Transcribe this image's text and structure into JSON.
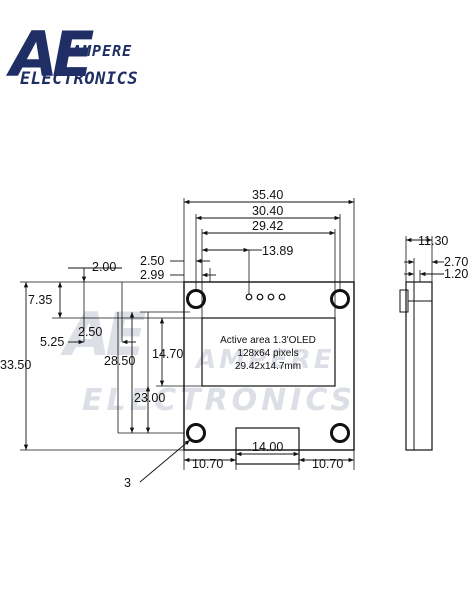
{
  "brand": {
    "letters": "AE",
    "line1": "AMPERE",
    "line2": "ELECTRONICS"
  },
  "active_area": {
    "line1": "Active area 1.3'OLED",
    "line2": "128x64 pixels",
    "line3": "29.42x14.7mm"
  },
  "dimensions": {
    "d_35_40": "35.40",
    "d_30_40": "30.40",
    "d_29_42": "29.42",
    "d_13_89": "13.89",
    "d_2_50_top": "2.50",
    "d_2_99": "2.99",
    "d_2_00": "2.00",
    "d_7_35": "7.35",
    "d_5_25": "5.25",
    "d_2_50_left": "2.50",
    "d_33_50": "33.50",
    "d_28_50": "28.50",
    "d_14_70": "14.70",
    "d_23_00": "23.00",
    "d_14_00": "14.00",
    "d_10_70_left": "10.70",
    "d_10_70_right": "10.70",
    "d_3": "3",
    "d_11_30": "11.30",
    "d_2_70": "2.70",
    "d_1_20": "1.20"
  }
}
